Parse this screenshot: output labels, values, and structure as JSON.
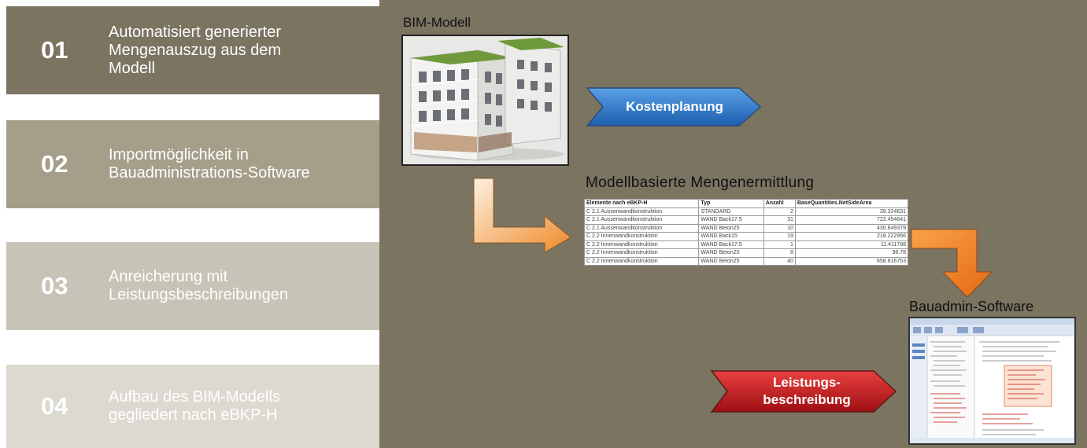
{
  "steps": [
    {
      "num": "01",
      "text": "Automatisiert generierter\nMengenauszug aus dem\nModell"
    },
    {
      "num": "02",
      "text": "Importmöglichkeit in\nBauadministrations-Software"
    },
    {
      "num": "03",
      "text": "Anreicherung mit\nLeistungsbeschreibungen"
    },
    {
      "num": "04",
      "text": "Aufbau des BIM-Modells\ngegliedert nach eBKP-H"
    }
  ],
  "diagram": {
    "bim_title": "BIM-Modell",
    "kosten_label": "Kostenplanung",
    "mengen_title": "Modellbasierte  Mengenermittlung",
    "bauadmin_title": "Bauadmin-Software",
    "leistung_label": "Leistungs-\nbeschreibung"
  },
  "table": {
    "headers": [
      "Elemente nach eBKP-H",
      "Typ",
      "Anzahl",
      "BaseQuantities.NetSideArea"
    ],
    "rows": [
      [
        "C 2.1 Aussenwandkonstruktion",
        "STANDARD",
        "2",
        "39.324631"
      ],
      [
        "C 2.1 Aussenwandkonstruktion",
        "WAND Back17.5",
        "31",
        "722.454641"
      ],
      [
        "C 2.1 Aussenwandkonstruktion",
        "WAND Beton25",
        "10",
        "430.649379"
      ],
      [
        "C 2.2 Innenwandkonstruktion",
        "WAND Back15",
        "19",
        "218.222956"
      ],
      [
        "C 2.2 Innenwandkonstruktion",
        "WAND Back17.5",
        "1",
        "11.411788"
      ],
      [
        "C 2.2 Innenwandkonstruktion",
        "WAND Beton20",
        "8",
        "96.78"
      ],
      [
        "C 2.2 Innenwandkonstruktion",
        "WAND Beton25",
        "40",
        "658.616753"
      ]
    ]
  },
  "colors": {
    "stage": "#7a7461",
    "kosten_arrow": "#1f6fc0",
    "leistung_arrow": "#c0151b",
    "orange_arrow": "#f08a2a"
  }
}
